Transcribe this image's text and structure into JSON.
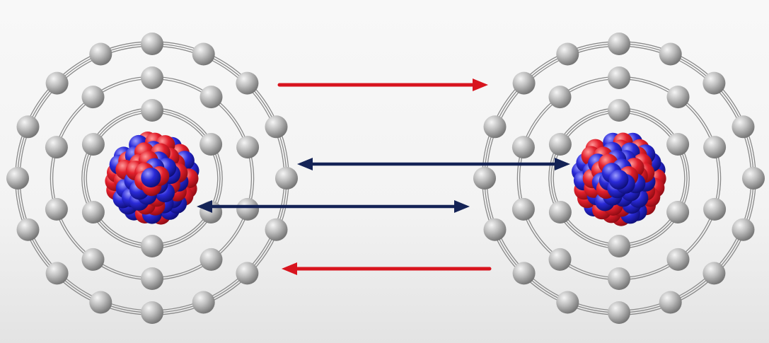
{
  "colors": {
    "background": "#f5f5f5",
    "orbit": "#8a8a8a",
    "electron": "#b5b5b5",
    "proton": "#e01b2a",
    "neutron": "#2626d6",
    "repulsion_arrow": "#d8141e",
    "attraction_arrow": "#142356"
  },
  "atoms": [
    {
      "name": "left-atom",
      "shells": [
        3,
        2,
        3
      ],
      "electrons": [
        6,
        10,
        16
      ]
    },
    {
      "name": "right-atom",
      "shells": [
        3,
        2,
        3
      ],
      "electrons": [
        6,
        10,
        16
      ]
    }
  ],
  "arrows": [
    {
      "name": "top-red-arrow",
      "type": "repulsion",
      "heads": "end"
    },
    {
      "name": "upper-blue-arrow",
      "type": "attraction",
      "heads": "both"
    },
    {
      "name": "lower-blue-arrow",
      "type": "attraction",
      "heads": "both"
    },
    {
      "name": "bottom-red-arrow",
      "type": "repulsion",
      "heads": "start"
    }
  ]
}
